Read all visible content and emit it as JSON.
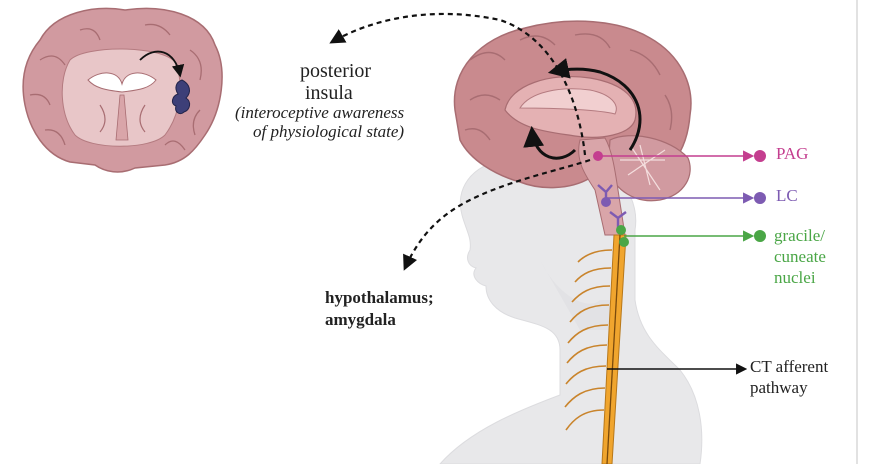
{
  "labels": {
    "insula_line1": "posterior",
    "insula_line2": "insula",
    "insula_note_line1": "(interoceptive awareness",
    "insula_note_line2": "of physiological state)",
    "hypothalamus_line1": "hypothalamus;",
    "hypothalamus_line2": "amygdala",
    "pag": "PAG",
    "lc": "LC",
    "gracile_line1": "gracile/",
    "gracile_line2": "cuneate",
    "gracile_line3": "nuclei",
    "ct_line1": "CT afferent",
    "ct_line2": "pathway"
  },
  "colors": {
    "pag": "#c43e8f",
    "lc": "#7d5bb2",
    "gracile": "#4aa646",
    "spinal_cord": "#f0a52e",
    "brain": "#c98a8e",
    "silhouette": "#e8e8ea",
    "insula_highlight": "#3d3f78"
  }
}
